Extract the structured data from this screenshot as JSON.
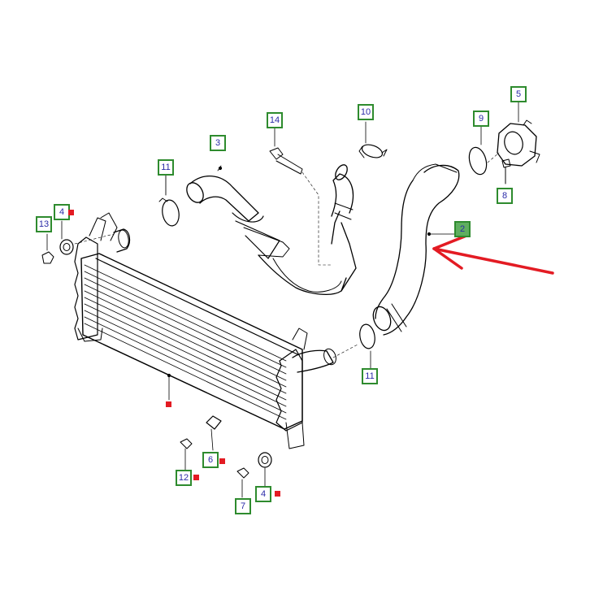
{
  "colors": {
    "outline": "#000000",
    "callout_border": "#2e8b2e",
    "callout_text": "#2a2aa8",
    "callout_highlight": "#5fae5f",
    "marker": "#e31b23",
    "arrow": "#e31b23"
  },
  "callouts": [
    {
      "id": "c5",
      "label": "5"
    },
    {
      "id": "c10",
      "label": "10"
    },
    {
      "id": "c14",
      "label": "14"
    },
    {
      "id": "c9",
      "label": "9"
    },
    {
      "id": "c3",
      "label": "3"
    },
    {
      "id": "c11a",
      "label": "11"
    },
    {
      "id": "c8",
      "label": "8"
    },
    {
      "id": "c4a",
      "label": "4"
    },
    {
      "id": "c2",
      "label": "2",
      "highlighted": true
    },
    {
      "id": "c13",
      "label": "13"
    },
    {
      "id": "c11b",
      "label": "11"
    },
    {
      "id": "c6",
      "label": "6"
    },
    {
      "id": "c12",
      "label": "12"
    },
    {
      "id": "c4b",
      "label": "4"
    },
    {
      "id": "c7",
      "label": "7"
    }
  ]
}
